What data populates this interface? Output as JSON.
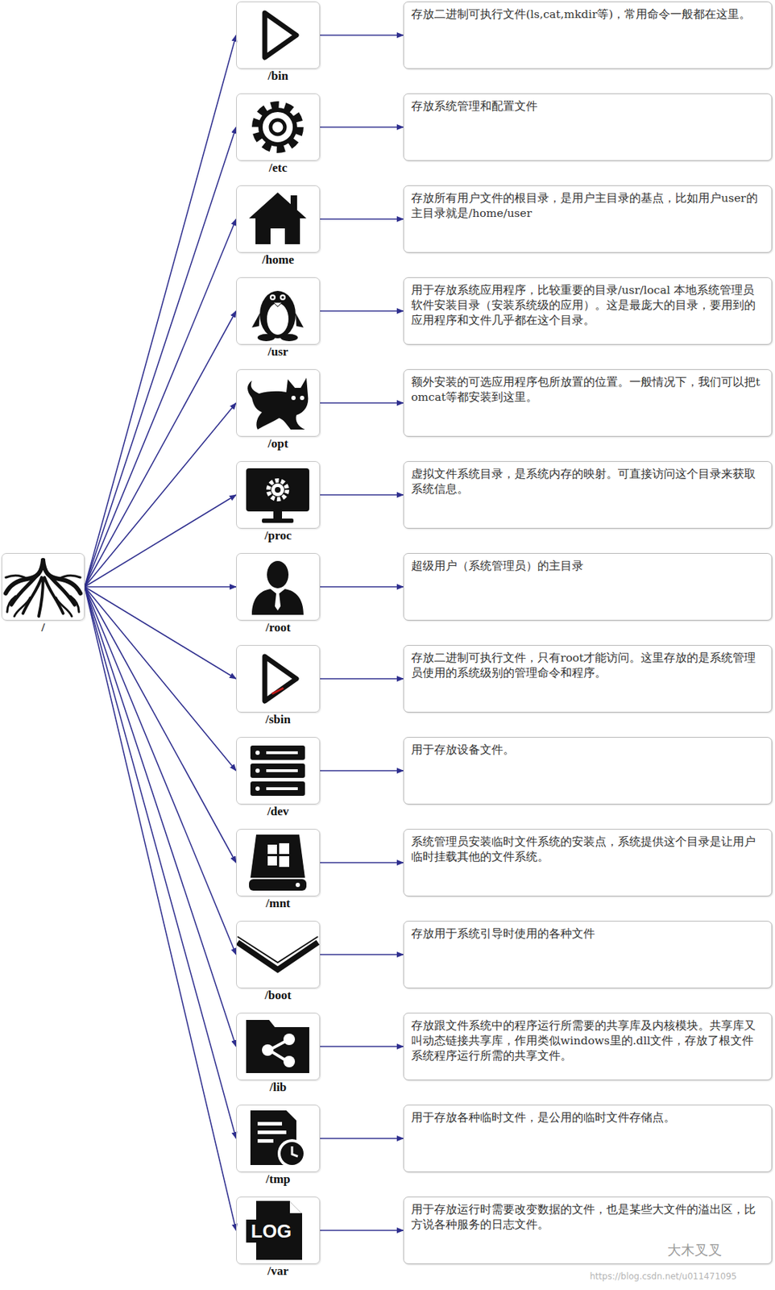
{
  "diagram": {
    "nodes": [
      {
        "text": [
          "/"
        ]
      },
      {
        "text": [
          "/bin"
        ]
      },
      {
        "text": [
          "存放二进制可执行文件(ls,cat,mkdir等)，常用命令一般都在这里。"
        ]
      },
      {
        "text": [
          "/etc"
        ]
      },
      {
        "text": [
          "存放系统管理和配置文件"
        ]
      },
      {
        "text": [
          "/home"
        ]
      },
      {
        "text": [
          "存放所有用户文件的根目录，是用户主目录的基点，比如用户user的主目录就是/home/user"
        ]
      },
      {
        "text": [
          "/usr"
        ]
      },
      {
        "text": [
          "用于存放系统应用程序，比较重要的目录/usr/local 本地系统管理员软件安装目录（安装系统级的应用）。这是最庞大的目录，要用到的应用程序和文件几乎都在这个目录。"
        ]
      },
      {
        "text": [
          "/opt"
        ]
      },
      {
        "text": [
          "额外安装的可选应用程序包所放置的位置。一般情况下，我们可以把tomcat等都安装到这里。"
        ]
      },
      {
        "text": [
          "/proc"
        ]
      },
      {
        "text": [
          "虚拟文件系统目录，是系统内存的映射。可直接访问这个目录来获取系统信息。"
        ]
      },
      {
        "text": [
          "/root"
        ]
      },
      {
        "text": [
          "超级用户（系统管理员）的主目录"
        ]
      },
      {
        "text": [
          "/sbin"
        ]
      },
      {
        "text": [
          "存放二进制可执行文件，只有root才能访问。这里存放的是系统管理员使用的系统级别的管理命令和程序。"
        ]
      },
      {
        "text": [
          "/dev"
        ]
      },
      {
        "text": [
          "用于存放设备文件。"
        ]
      },
      {
        "text": [
          "/mnt"
        ]
      },
      {
        "text": [
          "系统管理员安装临时文件系统的安装点，系统提供这个目录是让用户临时挂载其他的文件系统。"
        ]
      },
      {
        "text": [
          "/boot"
        ]
      },
      {
        "text": [
          "存放用于系统引导时使用的各种文件"
        ]
      },
      {
        "text": [
          "/lib"
        ]
      },
      {
        "text": [
          "存放跟文件系统中的程序运行所需要的共享库及内核模块。共享库又叫动态链接共享库，作用类似windows里的.dll文件，存放了根文件系统程序运行所需的共享文件。"
        ]
      },
      {
        "text": [
          "/tmp"
        ]
      },
      {
        "text": [
          "用于存放各种临时文件，是公用的临时文件存储点。"
        ]
      },
      {
        "text": [
          "/var"
        ]
      },
      {
        "text": [
          "用于存放运行时需要改变数据的文件，也是某些大文件的溢出区，比方说各种服务的日志文件。"
        ]
      }
    ],
    "edges": [
      {
        "from": 0,
        "to": 1,
        "arrow": "to"
      },
      {
        "from": 1,
        "to": 2,
        "arrow": "to"
      },
      {
        "from": 0,
        "to": 3,
        "arrow": "to"
      },
      {
        "from": 3,
        "to": 4,
        "arrow": "to"
      },
      {
        "from": 0,
        "to": 5,
        "arrow": "to"
      },
      {
        "from": 5,
        "to": 6,
        "arrow": "to"
      },
      {
        "from": 0,
        "to": 7,
        "arrow": "to"
      },
      {
        "from": 7,
        "to": 8,
        "arrow": "to"
      },
      {
        "from": 0,
        "to": 9,
        "arrow": "to"
      },
      {
        "from": 9,
        "to": 10,
        "arrow": "to"
      },
      {
        "from": 0,
        "to": 11,
        "arrow": "to"
      },
      {
        "from": 11,
        "to": 12,
        "arrow": "to"
      },
      {
        "from": 0,
        "to": 13,
        "arrow": "to"
      },
      {
        "from": 13,
        "to": 14,
        "arrow": "to"
      },
      {
        "from": 0,
        "to": 15,
        "arrow": "to"
      },
      {
        "from": 15,
        "to": 16,
        "arrow": "to"
      },
      {
        "from": 0,
        "to": 17,
        "arrow": "to"
      },
      {
        "from": 17,
        "to": 18,
        "arrow": "to"
      },
      {
        "from": 0,
        "to": 19,
        "arrow": "to"
      },
      {
        "from": 19,
        "to": 20,
        "arrow": "to"
      },
      {
        "from": 0,
        "to": 21,
        "arrow": "to"
      },
      {
        "from": 21,
        "to": 22,
        "arrow": "to"
      },
      {
        "from": 0,
        "to": 23,
        "arrow": "to"
      },
      {
        "from": 23,
        "to": 24,
        "arrow": "to"
      },
      {
        "from": 0,
        "to": 25,
        "arrow": "to"
      },
      {
        "from": 25,
        "to": 26,
        "arrow": "to"
      },
      {
        "from": 0,
        "to": 27,
        "arrow": "to"
      },
      {
        "from": 27,
        "to": 28,
        "arrow": "to"
      }
    ],
    "labels": [
      "LOG",
      "大木叉叉",
      "https://blog.csdn.net/u011471095"
    ]
  }
}
